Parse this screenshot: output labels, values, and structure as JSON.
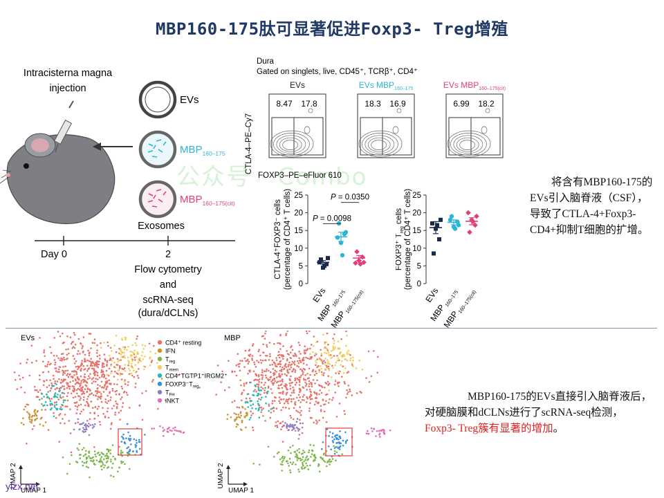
{
  "title": "MBP160-175肽可显著促进Foxp3- Treg增殖",
  "schematic": {
    "injection_label_1": "Intracisterna magna",
    "injection_label_2": "injection",
    "vesicles": [
      {
        "label": "EVs",
        "sub": "",
        "color": "#333333"
      },
      {
        "label": "MBP",
        "sub": "160–175",
        "color": "#2bb6d6"
      },
      {
        "label": "MBP",
        "sub": "160–175(cit)",
        "color": "#e0407a"
      }
    ],
    "exosomes_label": "Exosomes",
    "timeline": {
      "day0": "Day 0",
      "day2": "2"
    },
    "readout": [
      "Flow cytometry",
      "and",
      "scRNA-seq",
      "(dura/dCLNs)"
    ]
  },
  "flow": {
    "tissue": "Dura",
    "gating": "Gated on singlets, live, CD45⁺, TCRβ⁺, CD4⁺",
    "y_axis": "CTLA-4–PE–Cy7",
    "x_axis": "FOXP3–PE–eFluor 610",
    "panels": [
      {
        "title": "EVs",
        "sub": "",
        "color": "#222222",
        "left_pct": "8.47",
        "right_pct": "17.8"
      },
      {
        "title": "EVs MBP",
        "sub": "160–175",
        "color": "#2bb6d6",
        "left_pct": "18.3",
        "right_pct": "16.9"
      },
      {
        "title": "EVs MBP",
        "sub": "160–175(cit)",
        "color": "#e0407a",
        "left_pct": "6.99",
        "right_pct": "18.2"
      }
    ]
  },
  "chart_data": [
    {
      "type": "scatter",
      "ylabel_line1": "CTLA-4⁺FOXP3⁻ cells",
      "ylabel_line2": "(percentage of CD4⁺ T cells)",
      "ylim": [
        0,
        25
      ],
      "yticks": [
        "0",
        "5",
        "10",
        "15",
        "20",
        "25"
      ],
      "categories": [
        "EVs",
        "MBP 160–175",
        "MBP 160–175(cit)"
      ],
      "colors": [
        "#1b2a4a",
        "#2bb6d6",
        "#e0407a"
      ],
      "markers": [
        "square",
        "circle",
        "diamond"
      ],
      "points": [
        [
          6.0,
          4.5,
          5.5,
          6.8,
          5.0,
          7.2
        ],
        [
          13.0,
          11.5,
          14.0,
          17.0,
          8.0,
          14.5
        ],
        [
          5.8,
          6.5,
          7.5,
          9.0,
          5.5,
          6.0
        ]
      ],
      "means": [
        6.0,
        13.2,
        7.2
      ],
      "sem": [
        0.5,
        1.3,
        0.7
      ],
      "annotations": [
        {
          "text": "P = 0.0098",
          "from": 0,
          "to": 1,
          "y": 17.5
        },
        {
          "text": "P = 0.0350",
          "from": 1,
          "to": 2,
          "y": 23.5
        }
      ]
    },
    {
      "type": "scatter",
      "ylabel_line1": "FOXP3⁺ T",
      "ylabel_sub": "reg",
      "ylabel_line1b": " cells",
      "ylabel_line2": "(percentage of CD4⁺ T cells)",
      "ylim": [
        0,
        25
      ],
      "yticks": [
        "0",
        "5",
        "10",
        "15",
        "20",
        "25"
      ],
      "categories": [
        "EVs",
        "MBP 160–175",
        "MBP 160–175(cit)"
      ],
      "colors": [
        "#1b2a4a",
        "#2bb6d6",
        "#e0407a"
      ],
      "markers": [
        "square",
        "circle",
        "diamond"
      ],
      "points": [
        [
          17.0,
          15.5,
          12.5,
          8.5,
          16.5,
          18.0
        ],
        [
          18.0,
          16.0,
          17.5,
          19.0,
          15.5,
          16.5
        ],
        [
          20.0,
          18.0,
          16.5,
          14.5,
          17.5,
          19.0
        ]
      ],
      "means": [
        15.8,
        17.3,
        17.6
      ],
      "sem": [
        1.7,
        0.7,
        1.0
      ]
    }
  ],
  "umap": {
    "left_title": "EVs",
    "right_title": "MBP",
    "axis_x": "UMAP 1",
    "axis_y": "UMAP 2",
    "legend": [
      {
        "label": "CD4⁺ resting",
        "sub": "",
        "color": "#e5736a"
      },
      {
        "label": "IFN",
        "sub": "",
        "color": "#c8962e"
      },
      {
        "label": "T",
        "sub": "reg",
        "color": "#7ab648"
      },
      {
        "label": "T",
        "sub": "mem",
        "color": "#f0cf5a"
      },
      {
        "label": "CD4⁺TGTP1⁺IRGM2⁺",
        "sub": "",
        "color": "#25b8b0"
      },
      {
        "label": "FOXP3⁻T",
        "sub": "reg",
        "color": "#3a8fd6"
      },
      {
        "label": "T",
        "sub": "FH",
        "color": "#8e7cc3"
      },
      {
        "label": "iNKT",
        "sub": "",
        "color": "#e06fb3"
      }
    ]
  },
  "notes": {
    "note1": "将含有MBP160-175的EVs引入脑脊液（CSF），导致了CTLA-4+Foxp3-CD4+抑制T细胞的扩增。",
    "note2_a": "MBP160-175的EVs直接引入脑脊液后，对硬脑膜和dCLNs进行了scRNA-seq检测，",
    "note2_b": "Foxp3- Treg簇有显著的增加",
    "note2_c": "。"
  },
  "watermark": "公众号 · Combo",
  "footer": "ylzx.net"
}
